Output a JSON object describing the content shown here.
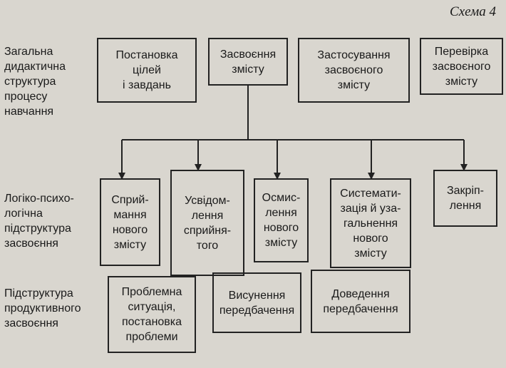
{
  "scheme_label": "Схема 4",
  "rows": [
    {
      "label": "Загальна\nдидактична\nструктура\nпроцесу\nнавчання",
      "boxes": [
        "Постановка\nцілей\nі завдань",
        "Засвоєння\nзмісту",
        "Застосування\nзасвоєного\nзмісту",
        "Перевірка\nзасвоєного\nзмісту"
      ]
    },
    {
      "label": "Логіко-психо-\nлогічна\nпідструктура\nзасвоєння",
      "boxes": [
        "Сприй-\nмання\nнового\nзмісту",
        "Усвідом-\nлення\nсприйня-\nтого",
        "Осмис-\nлення\nнового\nзмісту",
        "Системати-\nзація й уза-\nгальнення\nнового\nзмісту",
        "Закріп-\nлення"
      ]
    },
    {
      "label": "Підструктура\nпродуктивного\nзасвоєння",
      "boxes": [
        "Проблемна\nситуація,\nпостановка\nпроблеми",
        "Висунення\nпередбачення",
        "Доведення\nпередбачення"
      ]
    }
  ]
}
